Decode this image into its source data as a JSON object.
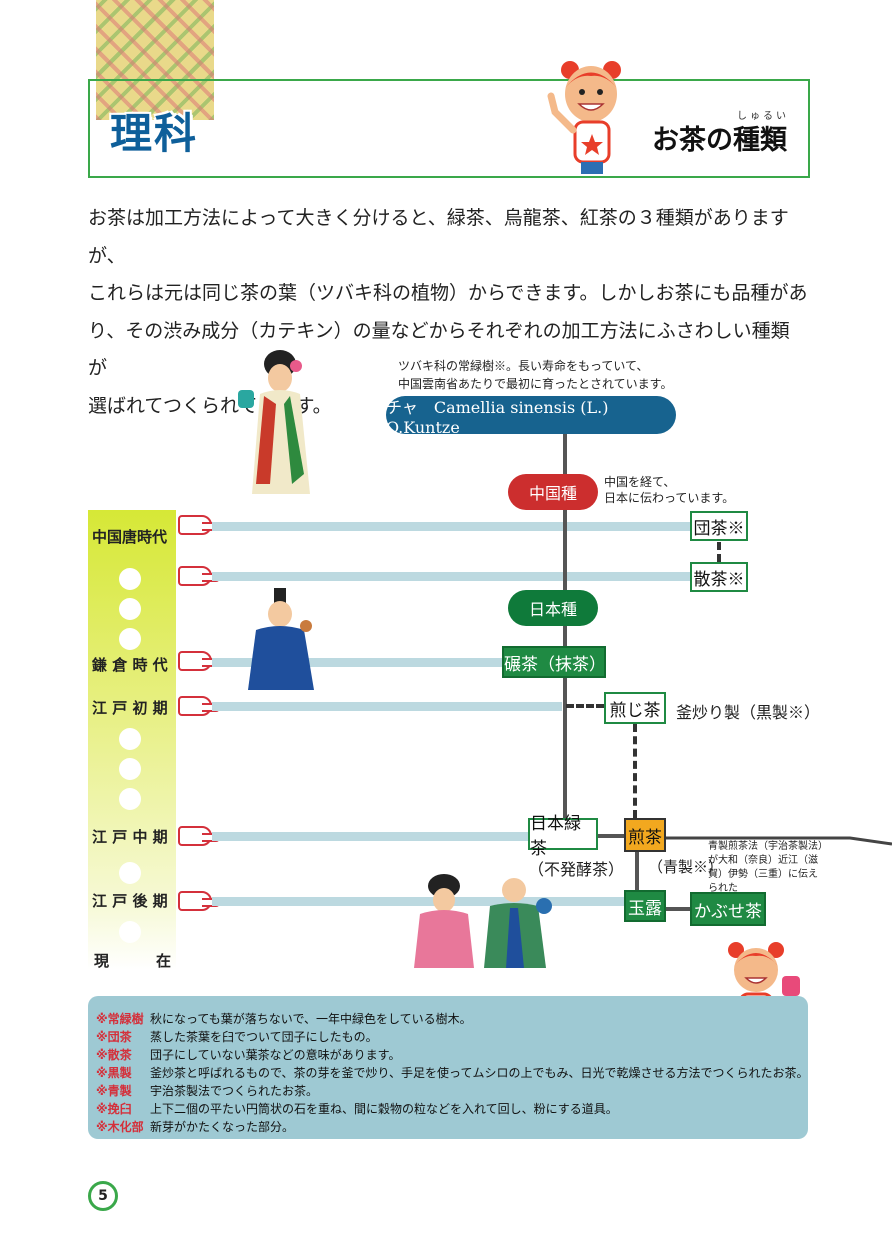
{
  "header": {
    "subject": "理科",
    "title": "お茶の種類",
    "title_ruby": "しゅるい"
  },
  "intro": {
    "line1": "お茶は加工方法によって大きく分けると、緑茶、烏龍茶、紅茶の３種類がありますが、",
    "line2": "これらは元は同じ茶の葉（ツバキ科の植物）からできます。しかしお茶にも品種があ",
    "line3": "り、その渋み成分（カテキン）の量などからそれぞれの加工方法にふさわしい種類が",
    "line4": "選ばれてつくられています。"
  },
  "diagram": {
    "top_note_1": "ツバキ科の常緑樹※。長い寿命をもっていて、",
    "top_note_2": "中国雲南省あたりで最初に育ったとされています。",
    "root": "チャ　Camellia sinensis (L.) O.Kuntze",
    "china_variety": "中国種",
    "china_note_1": "中国を経て、",
    "china_note_2": "日本に伝わっています。",
    "japan_variety": "日本種",
    "eras": {
      "tang": "中国唐時代",
      "kamakura": "鎌 倉 時 代",
      "edo_early": "江 戸 初 期",
      "edo_mid": "江 戸 中 期",
      "edo_late": "江 戸 後 期",
      "present_1": "現",
      "present_2": "在"
    },
    "teas": {
      "dancha": "団茶※",
      "sancha": "散茶※",
      "tencha": "碾茶（抹茶）",
      "senji": "煎じ茶",
      "kamairi": "釜炒り製（黒製※）",
      "nihon_ryokucha": "日本緑茶",
      "fuhakko": "（不発酵茶）",
      "sencha": "煎茶",
      "aosei": "（青製※）",
      "gyokuro": "玉露",
      "kabuse": "かぶせ茶"
    },
    "aosei_note_1": "青製煎茶法（宇治茶製法）",
    "aosei_note_2": "が大和（奈良）近江（滋",
    "aosei_note_3": "賀）伊勢（三重）に伝え",
    "aosei_note_4": "られた"
  },
  "glossary": [
    {
      "term": "※常緑樹",
      "def": "秋になっても葉が落ちないで、一年中緑色をしている樹木。"
    },
    {
      "term": "※団茶",
      "def": "蒸した茶葉を臼でついて団子にしたもの。"
    },
    {
      "term": "※散茶",
      "def": "団子にしていない葉茶などの意味があります。"
    },
    {
      "term": "※黒製",
      "def": "釜炒茶と呼ばれるもので、茶の芽を釜で炒り、手足を使ってムシロの上でもみ、日光で乾燥させる方法でつくられたお茶。"
    },
    {
      "term": "※青製",
      "def": "宇治茶製法でつくられたお茶。"
    },
    {
      "term": "※挽臼",
      "def": "上下二個の平たい円筒状の石を重ね、間に穀物の粒などを入れて回し、粉にする道具。"
    },
    {
      "term": "※木化部",
      "def": "新芽がかたくなった部分。"
    }
  ],
  "page_number": "5",
  "colors": {
    "accent_green": "#3aa84a",
    "root_blue": "#17638f",
    "china_red": "#cc2e2e",
    "japan_green": "#0f7a3a",
    "glossary_bg": "#9ec9d3",
    "term_red": "#d4303b"
  }
}
